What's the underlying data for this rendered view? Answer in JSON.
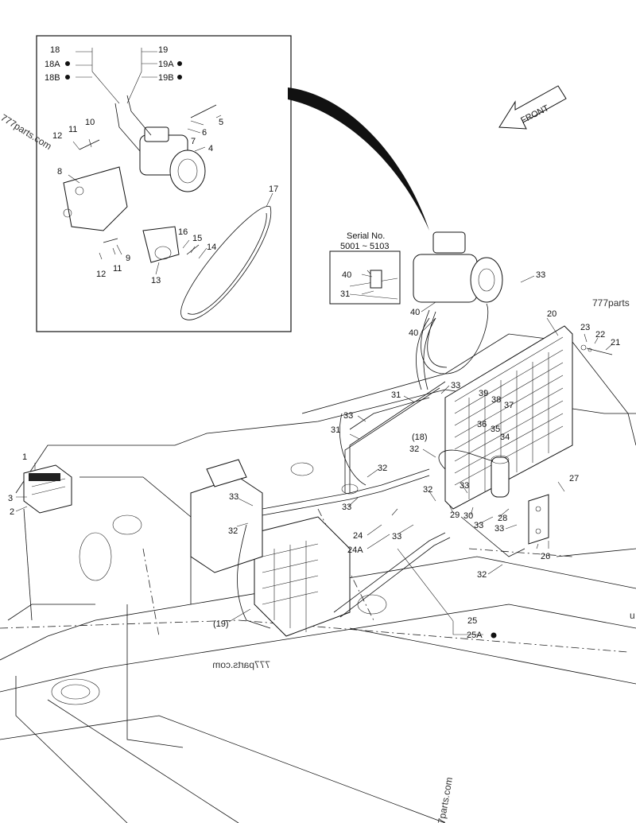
{
  "front_arrow": {
    "label": "FRONT"
  },
  "serial_box": {
    "title": "Serial No.",
    "range": "5001 ~ 5103"
  },
  "watermarks": [
    "777parts.com",
    "777parts",
    "777parts.com",
    "777parts.com",
    "u"
  ],
  "callouts": {
    "p1": "1",
    "p2": "2",
    "p3": "3",
    "p4": "4",
    "p5": "5",
    "p6": "6",
    "p7": "7",
    "p8": "8",
    "p9": "9",
    "p10": "10",
    "p11a": "11",
    "p11b": "11",
    "p12a": "12",
    "p12b": "12",
    "p13": "13",
    "p14": "14",
    "p15": "15",
    "p16": "16",
    "p17": "17",
    "p18": "18",
    "p18A": "18A",
    "p18B": "18B",
    "p19": "19",
    "p19A": "19A",
    "p19B": "19B",
    "p19paren": "(19)",
    "p18paren": "(18)",
    "p20": "20",
    "p21": "21",
    "p22": "22",
    "p23": "23",
    "p24": "24",
    "p24A": "24A",
    "p25": "25",
    "p25A": "25A",
    "p26": "26",
    "p27": "27",
    "p28": "28",
    "p29": "29",
    "p30": "30",
    "p31a": "31",
    "p31b": "31",
    "p31c": "31",
    "p32a": "32",
    "p32b": "32",
    "p32c": "32",
    "p32d": "32",
    "p32e": "32",
    "p33a": "33",
    "p33b": "33",
    "p33c": "33",
    "p33d": "33",
    "p33e": "33",
    "p33f": "33",
    "p33g": "33",
    "p33h": "33",
    "p34": "34",
    "p35": "35",
    "p36": "36",
    "p37": "37",
    "p38": "38",
    "p39": "39",
    "p40a": "40",
    "p40b": "40",
    "p40c": "40"
  }
}
